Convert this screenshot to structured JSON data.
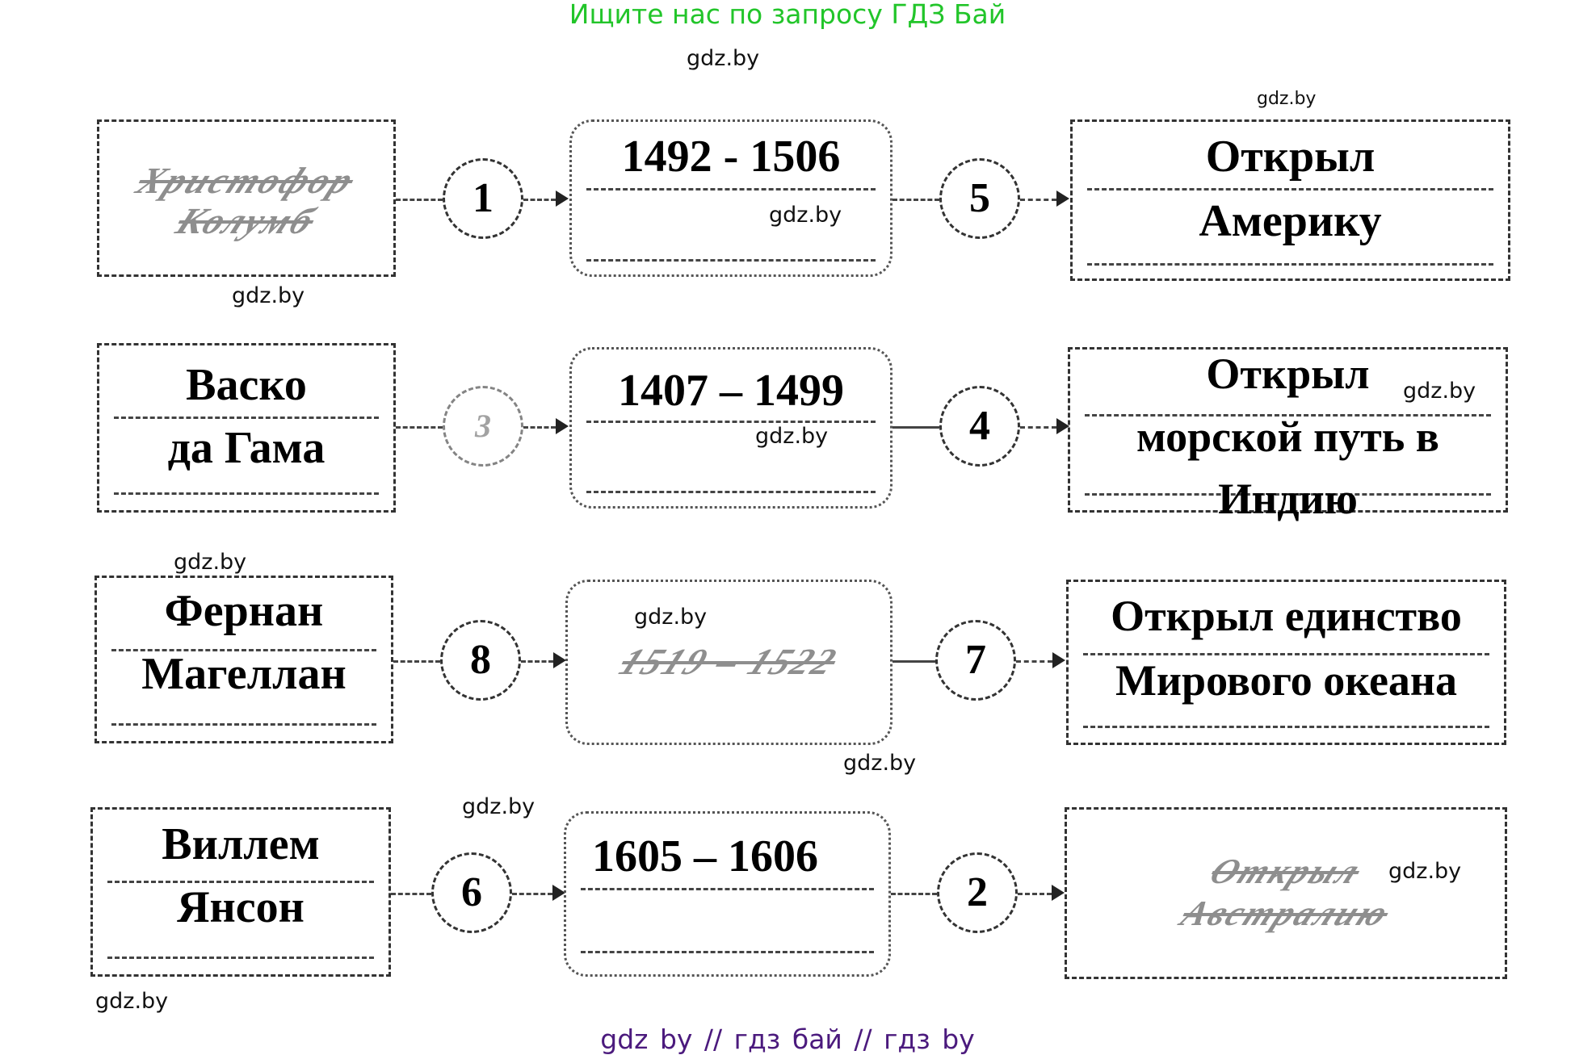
{
  "banner": {
    "text": "Ищите нас по запросу ГДЗ Бай",
    "color": "#22c52a"
  },
  "watermarks": [
    "gdz.by",
    "gdz.by",
    "gdz.by",
    "gdz.by",
    "gdz.by",
    "gdz.by",
    "gdz.by",
    "gdz.by",
    "gdz.by",
    "gdz.by",
    "gdz.by",
    "gdz.by"
  ],
  "rows": [
    {
      "explorer": {
        "lines": [
          "Христофор",
          "Колумб"
        ],
        "scribbled": true
      },
      "circle_left": {
        "number": "1"
      },
      "dates": {
        "text": "1492 - 1506",
        "scribbled": false
      },
      "circle_right": {
        "number": "5"
      },
      "achievement": {
        "lines": [
          "Открыл",
          "Америку"
        ],
        "scribbled": false
      }
    },
    {
      "explorer": {
        "lines": [
          "Васко",
          "да Гама"
        ],
        "scribbled": false
      },
      "circle_left": {
        "number": "3",
        "faded": true
      },
      "dates": {
        "text": "1407 – 1499",
        "scribbled": false
      },
      "circle_right": {
        "number": "4"
      },
      "achievement": {
        "lines": [
          "Открыл",
          "морской путь в",
          "Индию"
        ],
        "scribbled": false
      }
    },
    {
      "explorer": {
        "lines": [
          "Фернан",
          "Магеллан"
        ],
        "scribbled": false
      },
      "circle_left": {
        "number": "8"
      },
      "dates": {
        "text": "1519 – 1522",
        "scribbled": true
      },
      "circle_right": {
        "number": "7"
      },
      "achievement": {
        "lines": [
          "Открыл единство",
          "Мирового океана"
        ],
        "scribbled": false
      }
    },
    {
      "explorer": {
        "lines": [
          "Виллем",
          "Янсон"
        ],
        "scribbled": false
      },
      "circle_left": {
        "number": "6"
      },
      "dates": {
        "text": "1605 – 1606",
        "scribbled": false
      },
      "circle_right": {
        "number": "2"
      },
      "achievement": {
        "lines": [
          "Открыл",
          "Австралию"
        ],
        "scribbled": true
      }
    }
  ],
  "footer": {
    "text": "gdz by  //  гдз бай  //  гдз by",
    "color": "#4b1a7d"
  }
}
